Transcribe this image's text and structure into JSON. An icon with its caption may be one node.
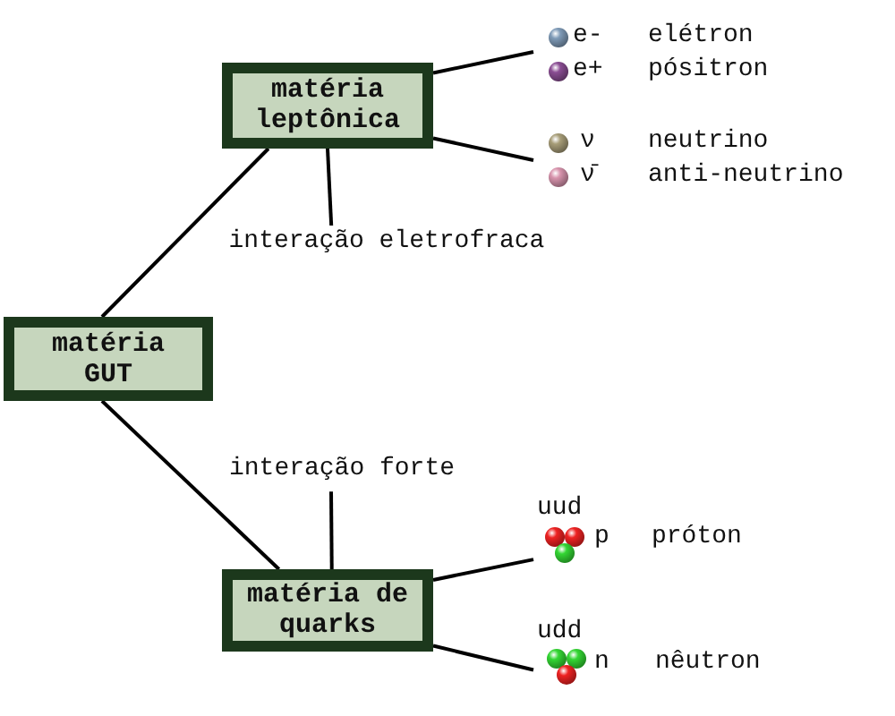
{
  "diagram": {
    "nodes": [
      {
        "text": [
          "matéria leptônica"
        ]
      },
      {
        "text": [
          "matéria GUT"
        ]
      },
      {
        "text": [
          "matéria de quarks"
        ]
      },
      {
        "text": [
          "interação eletrofraca"
        ]
      },
      {
        "text": [
          "interação forte"
        ]
      },
      {
        "text": [
          "e-",
          "elétron",
          "e+",
          "pósitron"
        ]
      },
      {
        "text": [
          "ν",
          "neutrino",
          "ν̄",
          "anti-neutrino"
        ]
      },
      {
        "text": [
          "uud",
          "p",
          "próton"
        ]
      },
      {
        "text": [
          "udd",
          "n",
          "nêutron"
        ]
      }
    ],
    "edges": [
      {
        "from": 1,
        "to": 0,
        "arrow": "none"
      },
      {
        "from": 1,
        "to": 2,
        "arrow": "none"
      },
      {
        "from": 0,
        "to": 3,
        "arrow": "none"
      },
      {
        "from": 4,
        "to": 2,
        "arrow": "none"
      },
      {
        "from": 0,
        "to": 5,
        "arrow": "none"
      },
      {
        "from": 0,
        "to": 6,
        "arrow": "none"
      },
      {
        "from": 2,
        "to": 7,
        "arrow": "none"
      },
      {
        "from": 2,
        "to": 8,
        "arrow": "none"
      }
    ]
  }
}
